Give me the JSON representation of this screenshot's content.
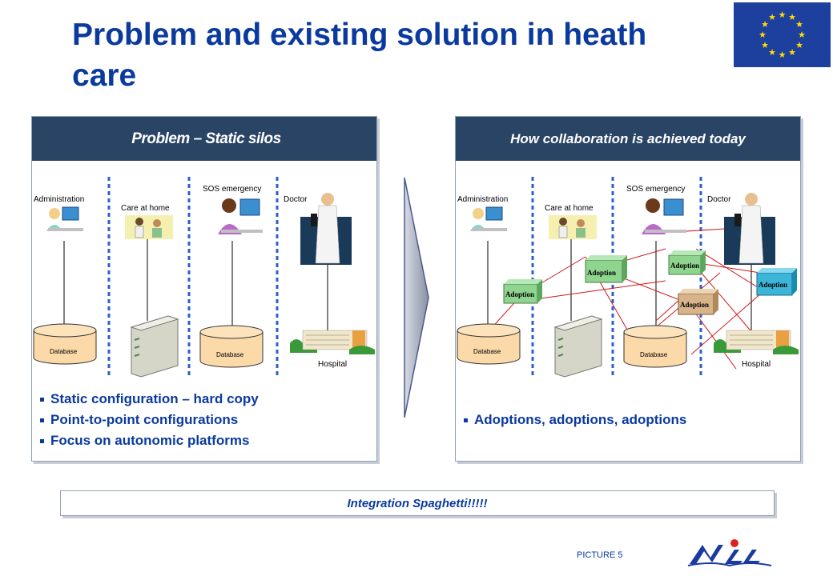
{
  "title": "Problem and existing solution in heath care",
  "left_panel": {
    "header": "Problem – Static silos",
    "labels": {
      "administration": "Administration",
      "care_at_home": "Care at home",
      "sos_emergency": "SOS emergency",
      "doctor": "Doctor",
      "database_1": "Database",
      "database_2": "Database",
      "hospital": "Hospital"
    },
    "bullets": [
      "Static configuration – hard copy",
      "Point-to-point configurations",
      "Focus on autonomic platforms"
    ]
  },
  "right_panel": {
    "header": "How collaboration is achieved today",
    "labels": {
      "administration": "Administration",
      "care_at_home": "Care at home",
      "sos_emergency": "SOS emergency",
      "doctor": "Doctor",
      "database_1": "Database",
      "database_2": "Database",
      "hospital": "Hospital"
    },
    "adoption_boxes": [
      "Adoption",
      "Adoption",
      "Adoption",
      "Adoption",
      "Adoption"
    ],
    "bullets": [
      "Adoptions, adoptions, adoptions"
    ]
  },
  "footer_banner": "Integration Spaghetti!!!!!",
  "page_label": "PICTURE  5",
  "colors": {
    "title_blue": "#0a3a9e",
    "header_bg": "#2a4466",
    "eu_blue": "#1d3f9e",
    "eu_star": "#ffdd00",
    "silo_divider": "#2a5fd0",
    "spaghetti_line": "#d01818",
    "adoption_green": "#8fd48f",
    "adoption_tan": "#d8b48a",
    "adoption_cyan": "#3bb6d8"
  },
  "icons": {
    "eu_flag": "eu-flag-icon",
    "logo": "nll-logo-icon",
    "arrow": "chevron-arrow-icon"
  }
}
